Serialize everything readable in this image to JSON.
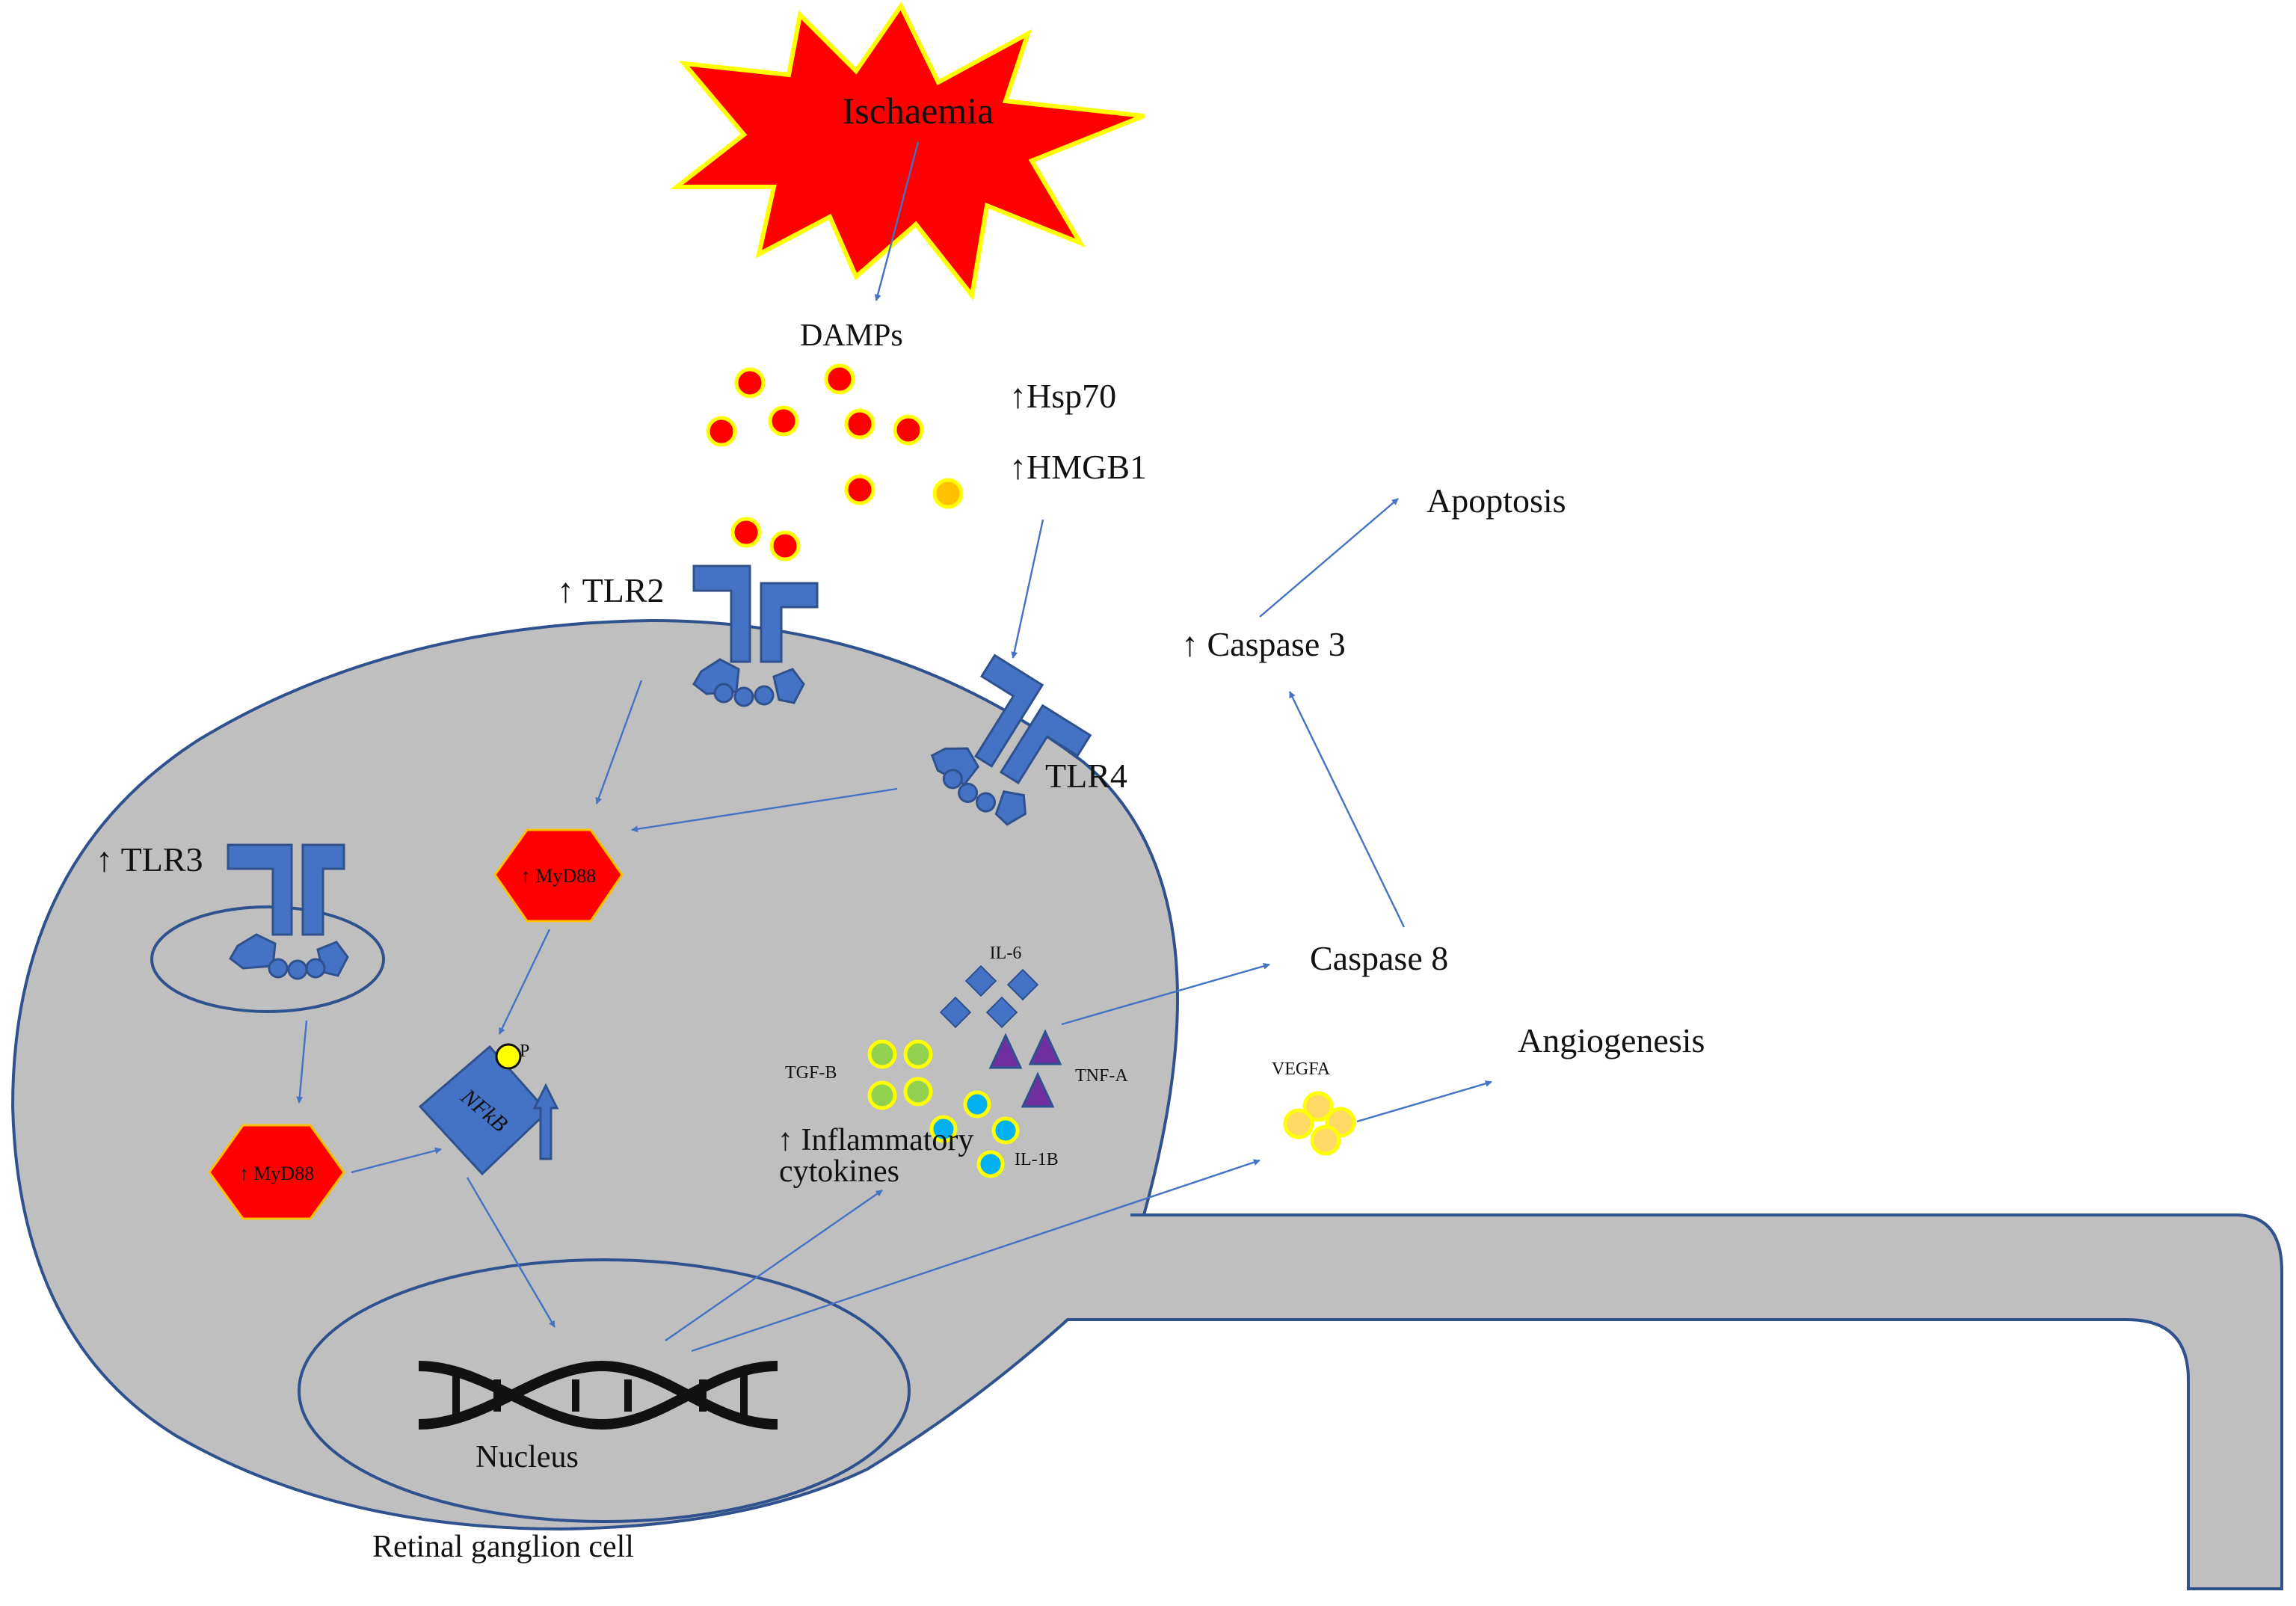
{
  "colors": {
    "receptor": "#4472C4",
    "receptor_outline": "#2F528F",
    "cell_fill": "#BFBFBF",
    "cell_outline": "#2F528F",
    "burst_fill": "#FF0000",
    "burst_outline": "#FFFF00",
    "damp_red": "#FF0000",
    "damp_yellow": "#FFC000",
    "myd88_fill": "#FF0000",
    "tgfb_fill": "#92D050",
    "il1b_fill": "#00B0F0",
    "tnfa_fill": "#7030A0",
    "vegfa_fill": "#FFD966",
    "arrow": "#4472C4"
  },
  "labels": {
    "ischaemia": "Ischaemia",
    "damps": "DAMPs",
    "hsp70": "↑Hsp70",
    "hmgb1": "↑HMGB1",
    "tlr2": "↑ TLR2",
    "tlr4": "TLR4",
    "tlr3": "↑ TLR3",
    "myd88_upper": "↑ MyD88",
    "myd88_lower": "↑ MyD88",
    "nfkb": "NFkB",
    "phospho": "P",
    "il6": "IL-6",
    "tnfa": "TNF-A",
    "tgfb": "TGF-B",
    "il1b": "IL-1B",
    "inflammatory_line1": "↑ Inflammatory",
    "inflammatory_line2": "cytokines",
    "vegfa": "VEGFA",
    "angiogenesis": "Angiogenesis",
    "caspase8": "Caspase 8",
    "caspase3": "↑ Caspase 3",
    "apoptosis": "Apoptosis",
    "nucleus": "Nucleus",
    "cell": "Retinal ganglion cell"
  },
  "icons": {
    "ischaemia": "explosion-burst-icon",
    "dna": "dna-double-helix-icon",
    "receptor": "toll-like-receptor-icon",
    "nfkb_up": "up-arrow-icon"
  }
}
